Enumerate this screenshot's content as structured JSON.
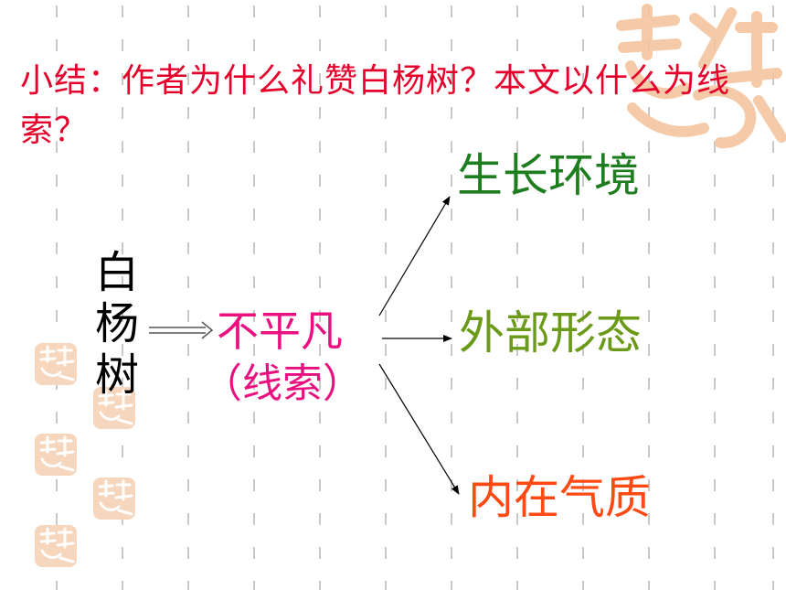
{
  "title": "小结：作者为什么礼赞白杨树？本文以什么为线索？",
  "source_chars": [
    "白",
    "杨",
    "树"
  ],
  "middle": {
    "main": "不平凡",
    "note": "（线索）"
  },
  "branches": [
    "生长环境",
    "外部形态",
    "内在气质"
  ],
  "colors": {
    "title": "#e4002b",
    "source": "#000000",
    "middle": "#e8117f",
    "branch_1": "#1e7d1e",
    "branch_2": "#6a9a18",
    "branch_3": "#ff4a14",
    "decor": "#f3c5a0",
    "grid": "#c8c8c8"
  },
  "decorations": [
    "seal-icon"
  ]
}
